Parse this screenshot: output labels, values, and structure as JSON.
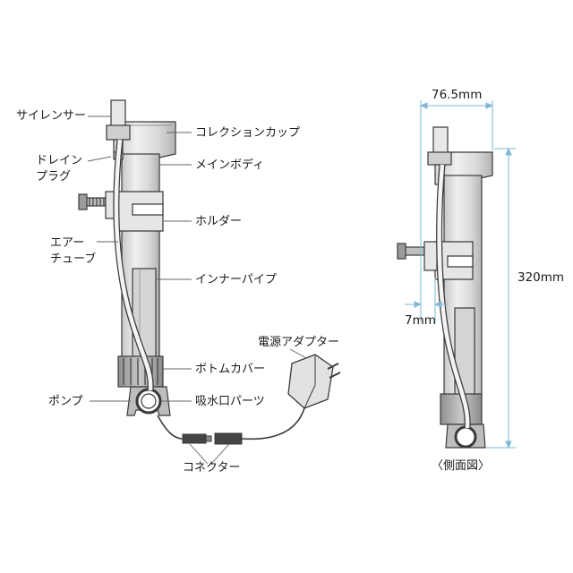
{
  "labels": {
    "silencer": "サイレンサー",
    "drain_plug_1": "ドレイン",
    "drain_plug_2": "プラグ",
    "air_tube_1": "エアー",
    "air_tube_2": "チューブ",
    "pump": "ポンプ",
    "collection_cup": "コレクションカップ",
    "main_body": "メインボディ",
    "holder": "ホルダー",
    "inner_pipe": "インナーパイプ",
    "power_adapter": "電源アダプター",
    "bottom_cover": "ボトムカバー",
    "intake_parts": "吸水口パーツ",
    "connector": "コネクター"
  },
  "side_view": {
    "width": "76.5mm",
    "height": "320mm",
    "offset": "7mm",
    "caption": "〈側面図〉"
  },
  "colors": {
    "outline": "#3a3a3a",
    "body_fill": "#dcdcdc",
    "body_dark": "#a9a9a9",
    "dimension": "#7fb9d6",
    "leader": "#666666"
  }
}
